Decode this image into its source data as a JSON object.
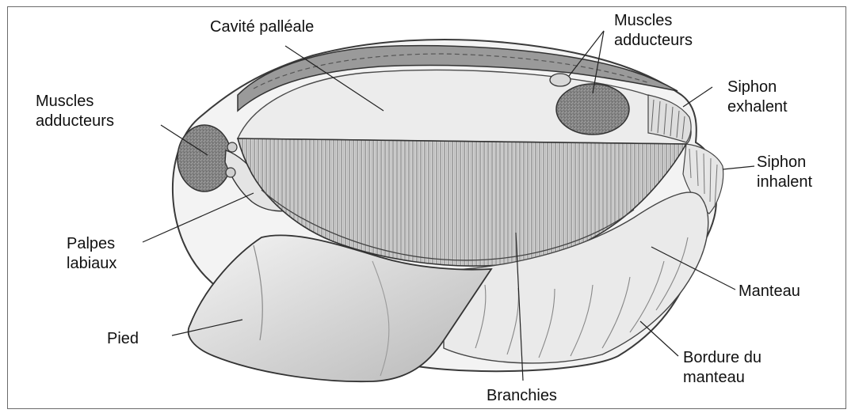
{
  "labels": {
    "cavite_palleale": "Cavité palléale",
    "muscles_adducteurs_left": [
      "Muscles",
      "adducteurs"
    ],
    "muscles_adducteurs_right": [
      "Muscles",
      "adducteurs"
    ],
    "siphon_exhalent": [
      "Siphon",
      "exhalent"
    ],
    "siphon_inhalent": [
      "Siphon",
      "inhalent"
    ],
    "palpes_labiaux": [
      "Palpes",
      "labiaux"
    ],
    "manteau": "Manteau",
    "pied": "Pied",
    "branchies": "Branchies",
    "bordure_du_manteau": [
      "Bordure du",
      "manteau"
    ]
  },
  "colors": {
    "ink": "#111111",
    "shell_light": "#f1f1f1",
    "shell_mid": "#c9c9c9",
    "shell_dark": "#8a8a8a",
    "gill_fill": "#bdbdbd",
    "muscle_fill": "#9a9a9a"
  }
}
